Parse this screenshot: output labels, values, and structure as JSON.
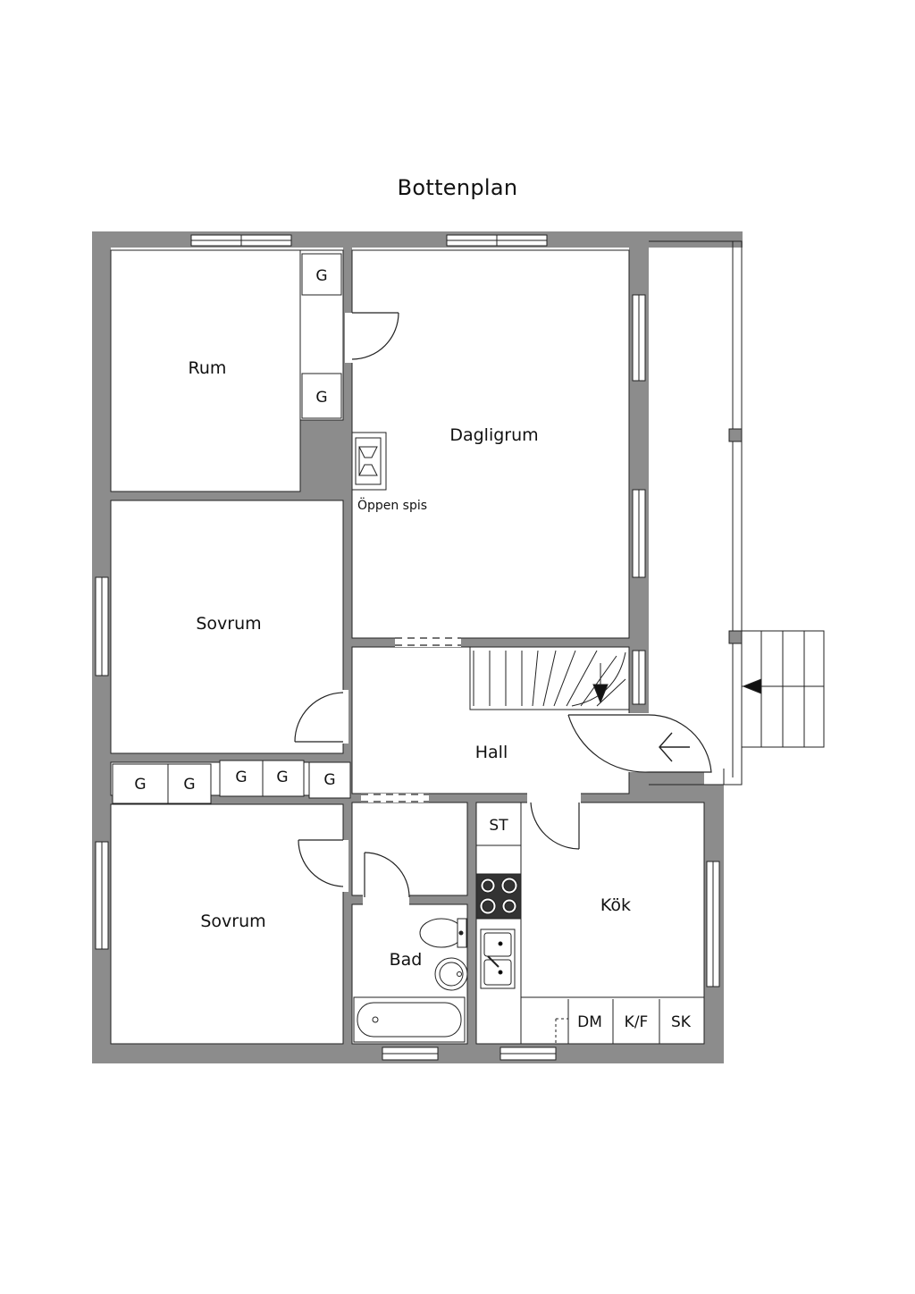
{
  "title": "Bottenplan",
  "rooms": {
    "rum": "Rum",
    "dagligrum": "Dagligrum",
    "sovrum_upper": "Sovrum",
    "sovrum_lower": "Sovrum",
    "hall": "Hall",
    "kok": "Kök",
    "bad": "Bad"
  },
  "fixtures": {
    "oppen_spis": "Öppen spis",
    "st": "ST",
    "dm": "DM",
    "kf": "K/F",
    "sk": "SK"
  },
  "closet_label": "G",
  "colors": {
    "wall": "#8c8c8c",
    "line": "#222222",
    "background": "#ffffff"
  }
}
